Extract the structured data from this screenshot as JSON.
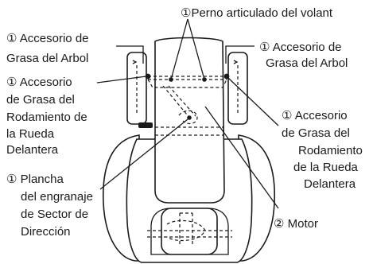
{
  "labels": {
    "steering_pivot_bolt": "①Perno articulado del volant",
    "shaft_fitting_left_1": "① Accesorio de",
    "shaft_fitting_left_2": "Grasa del Arbol",
    "shaft_fitting_right_1": "① Accesorio de",
    "shaft_fitting_right_2": "Grasa del Arbol",
    "wheel_bearing_left_1": "① Accesorio",
    "wheel_bearing_left_2": "de Grasa del",
    "wheel_bearing_left_3": "Rodamiento de",
    "wheel_bearing_left_4": "la Rueda",
    "wheel_bearing_left_5": "Delantera",
    "wheel_bearing_right_1": "① Accesorio",
    "wheel_bearing_right_2": "de Grasa del",
    "wheel_bearing_right_3": "Rodamiento",
    "wheel_bearing_right_4": "de la Rueda",
    "wheel_bearing_right_5": "Delantera",
    "sector_gear_plate_1": "① Plancha",
    "sector_gear_plate_2": "del engranaje",
    "sector_gear_plate_3": "de Sector de",
    "sector_gear_plate_4": "Dirección",
    "engine": "② Motor"
  }
}
